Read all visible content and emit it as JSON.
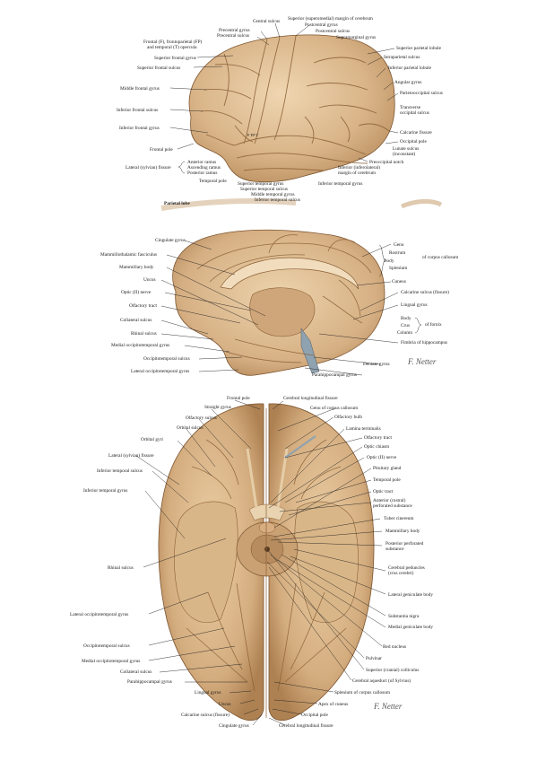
{
  "lateral_view": {
    "labels": {
      "central_sulcus": "Central sulcus",
      "superior_margin": "Superior (superomedial) margin of cerebrum",
      "postcentral_gyrus": "Postcentral gyrus",
      "postcentral_sulcus": "Postcentral sulcus",
      "precentral_gyrus": "Precentral gyrus",
      "precentral_sulcus": "Precentral sulcus",
      "supramarginal_gyrus": "Supramarginal gyrus",
      "opercula_1": "Frontal (F), frontoparietal (FP)",
      "opercula_2": "and temporal (T) opercula",
      "superior_frontal_gyrus": "Superior frontal gyrus",
      "superior_frontal_sulcus": "Superior frontal sulcus",
      "middle_frontal_gyrus": "Middle frontal gyrus",
      "inferior_frontal_sulcus": "Inferior frontal sulcus",
      "inferior_frontal_gyrus": "Inferior frontal gyrus",
      "frontal_pole": "Frontal pole",
      "lateral_fissure": "Lateral (sylvian) fissure",
      "anterior_ramus": "Anterior ramus",
      "ascending_ramus": "Ascending ramus",
      "posterior_ramus": "Posterior ramus",
      "temporal_pole": "Temporal pole",
      "superior_temporal_gyrus": "Superior temporal gyrus",
      "superior_temporal_sulcus": "Superior temporal sulcus",
      "middle_temporal_gyrus": "Middle temporal gyrus",
      "inferior_temporal_sulcus": "Inferior temporal sulcus",
      "inferior_temporal_gyrus": "Inferior temporal gyrus",
      "inferior_margin_1": "Inferior (inferolateral)",
      "inferior_margin_2": "margin of cerebrum",
      "preoccipital_notch": "Preoccipital notch",
      "lunate_sulcus_1": "Lunate sulcus",
      "lunate_sulcus_2": "(inconstant)",
      "occipital_pole": "Occipital pole",
      "calcarine_fissure": "Calcarine fissure",
      "transverse_occipital_1": "Transverse",
      "transverse_occipital_2": "occipital sulcus",
      "parietooccipital_sulcus": "Parietooccipital sulcus",
      "angular_gyrus": "Angular gyrus",
      "inferior_parietal_lobule": "Inferior parietal lobule",
      "intraparietal_sulcus": "Intraparietal sulcus",
      "superior_parietal_lobule": "Superior parietal lobule",
      "opercula_letters": "F  FP  T",
      "parietal_lobe": "Parietal lobe"
    }
  },
  "medial_view": {
    "labels": {
      "cingulate_gyrus": "Cingulate gyrus",
      "mammillothalamic": "Mammillothalamic fasciculus",
      "mammillary_body": "Mammillary body",
      "uncus": "Uncus",
      "optic_nerve": "Optic (II) nerve",
      "olfactory_tract": "Olfactory tract",
      "collateral_sulcus": "Collateral sulcus",
      "rhinal_sulcus": "Rhinal sulcus",
      "medial_occipitotemporal": "Medial occipitotemporal gyrus",
      "occipitotemporal_sulcus": "Occipitotemporal sulcus",
      "lateral_occipitotemporal": "Lateral occipitotemporal gyrus",
      "genu": "Genu",
      "rostrum": "Rostrum",
      "body_cc": "Body",
      "splenium": "Splenium",
      "of_corpus_callosum": "of corpus callosum",
      "cuneus": "Cuneus",
      "calcarine_sulcus": "Calcarine sulcus (fissure)",
      "lingual_gyrus": "Lingual gyrus",
      "body_fornix": "Body",
      "crus": "Crus",
      "column": "Column",
      "of_fornix": "of fornix",
      "fimbria": "Fimbria of hippocampus",
      "dentate_gyrus": "Dentate gyrus",
      "parahippocampal_gyrus": "Parahippocampal gyrus",
      "signature": "F. Netter"
    }
  },
  "inferior_view": {
    "labels": {
      "frontal_pole": "Frontal pole",
      "cerebral_longitudinal_fissure_top": "Cerebral longitudinal fissure",
      "straight_gyrus": "Straight gyrus",
      "genu_cc": "Genu of corpus callosum",
      "olfactory_sulcus": "Olfactory sulcus",
      "olfactory_bulb": "Olfactory bulb",
      "orbital_sulcus": "Orbital sulcus",
      "lamina_terminalis": "Lamina terminalis",
      "orbital_gyri": "Orbital gyri",
      "olfactory_tract": "Olfactory tract",
      "optic_chiasm": "Optic chiasm",
      "lateral_fissure": "Lateral (sylvian) fissure",
      "optic_nerve": "Optic (II) nerve",
      "inferior_temporal_sulcus": "Inferior temporal sulcus",
      "pituitary_gland": "Pituitary gland",
      "temporal_pole": "Temporal pole",
      "inferior_temporal_gyrus": "Inferior temporal gyrus",
      "optic_tract": "Optic tract",
      "anterior_perforated_1": "Anterior (rostral)",
      "anterior_perforated_2": "perforated substance",
      "tuber_cinereum": "Tuber cinereum",
      "mammillary_body": "Mammillary body",
      "posterior_perforated_1": "Posterior perforated",
      "posterior_perforated_2": "substance",
      "rhinal_sulcus": "Rhinal sulcus",
      "cerebral_peduncles_1": "Cerebral peduncles",
      "cerebral_peduncles_2": "(crus cerebri)",
      "lateral_geniculate": "Lateral geniculate body",
      "lateral_occipitotemporal": "Lateral occipitotemporal gyrus",
      "substantia_nigra": "Substantia nigra",
      "medial_geniculate": "Medial geniculate body",
      "occipitotemporal_sulcus": "Occipitotemporal sulcus",
      "red_nucleus": "Red nucleus",
      "medial_occipitotemporal": "Medial occipitotemporal gyrus",
      "pulvinar": "Pulvinar",
      "collateral_sulcus": "Collateral sulcus",
      "superior_colliculus": "Superior (cranial) colliculus",
      "parahippocampal_gyrus": "Parahippocampal gyrus",
      "cerebral_aqueduct": "Cerebral aqueduct (of Sylvius)",
      "splenium": "Splenium of corpus callosum",
      "lingual_gyrus": "Lingual gyrus",
      "apex_cuneus": "Apex of cuneus",
      "uncus": "Uncus",
      "occipital_pole": "Occipital pole",
      "calcarine_sulcus": "Calcarine sulcus (fissure)",
      "cingulate_gyrus": "Cingulate gyrus",
      "cerebral_longitudinal_fissure_bottom": "Cerebral longitudinal fissure",
      "signature": "F. Netter"
    }
  },
  "colors": {
    "brain_base": "#d8b486",
    "brain_dark": "#a87b4c",
    "brain_light": "#ecd3ae",
    "sulcus_line": "#8a5f35"
  }
}
